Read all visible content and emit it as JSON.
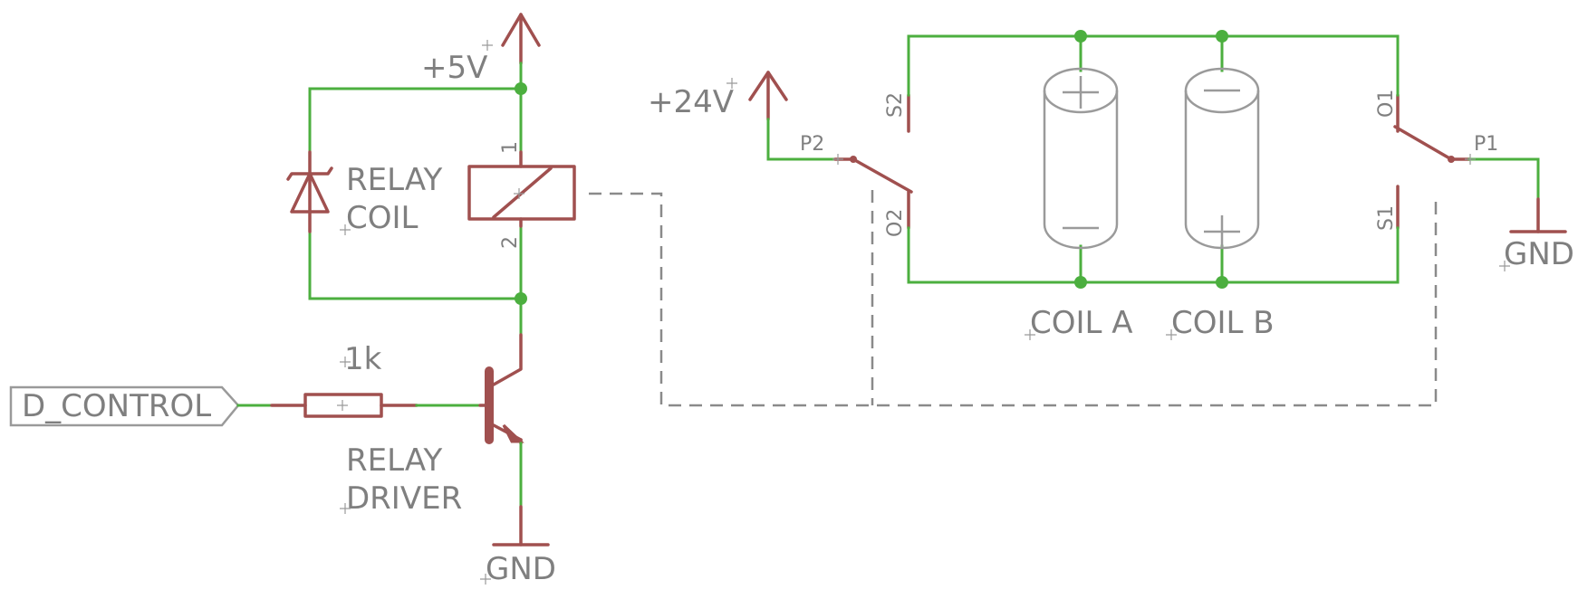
{
  "nets": {
    "vcc5": "+5V",
    "vcc24": "+24V",
    "gnd_driver": "GND",
    "gnd_switch": "GND",
    "input": "D_CONTROL"
  },
  "parts": {
    "diode_label_line1": "RELAY",
    "diode_label_line2": "COIL",
    "resistor_value": "1k",
    "transistor_label_line1": "RELAY",
    "transistor_label_line2": "DRIVER",
    "coil_a": "COIL A",
    "coil_b": "COIL B",
    "coil_plus": "+",
    "coil_minus": "−"
  },
  "pins": {
    "relay_pin1": "1",
    "relay_pin2": "2",
    "p1": "P1",
    "p2": "P2",
    "o1": "O1",
    "o2": "O2",
    "s1": "S1",
    "s2": "S2"
  },
  "colors": {
    "wire": "#4caf3f",
    "component": "#a0504f",
    "text": "#7f7f7f",
    "junction": "#4caf3f"
  }
}
